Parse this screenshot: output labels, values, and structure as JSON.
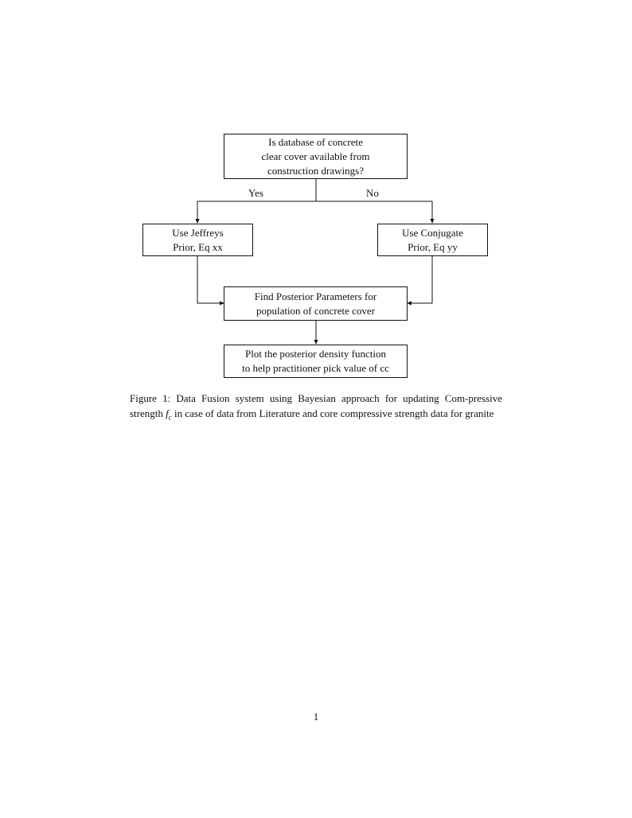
{
  "flowchart": {
    "question": {
      "lines": [
        "Is database of concrete",
        "clear cover available from",
        "construction drawings?"
      ]
    },
    "branches": {
      "yes_label": "Yes",
      "no_label": "No"
    },
    "jeffreys": {
      "lines": [
        "Use Jeffreys",
        "Prior, Eq xx"
      ]
    },
    "conjugate": {
      "lines": [
        "Use Conjugate",
        "Prior, Eq yy"
      ]
    },
    "posterior": {
      "lines": [
        "Find Posterior Parameters for",
        "population of concrete cover"
      ]
    },
    "plot": {
      "lines": [
        "Plot the posterior density function",
        "to help practitioner pick value of cc"
      ]
    }
  },
  "caption": {
    "prefix": "Figure 1: Data Fusion system using Bayesian approach for updating Com-pressive strength ",
    "symbol": "f",
    "subscript": "c",
    "suffix": " in case of data from Literature and core compressive strength data for granite"
  },
  "page_number": "1"
}
